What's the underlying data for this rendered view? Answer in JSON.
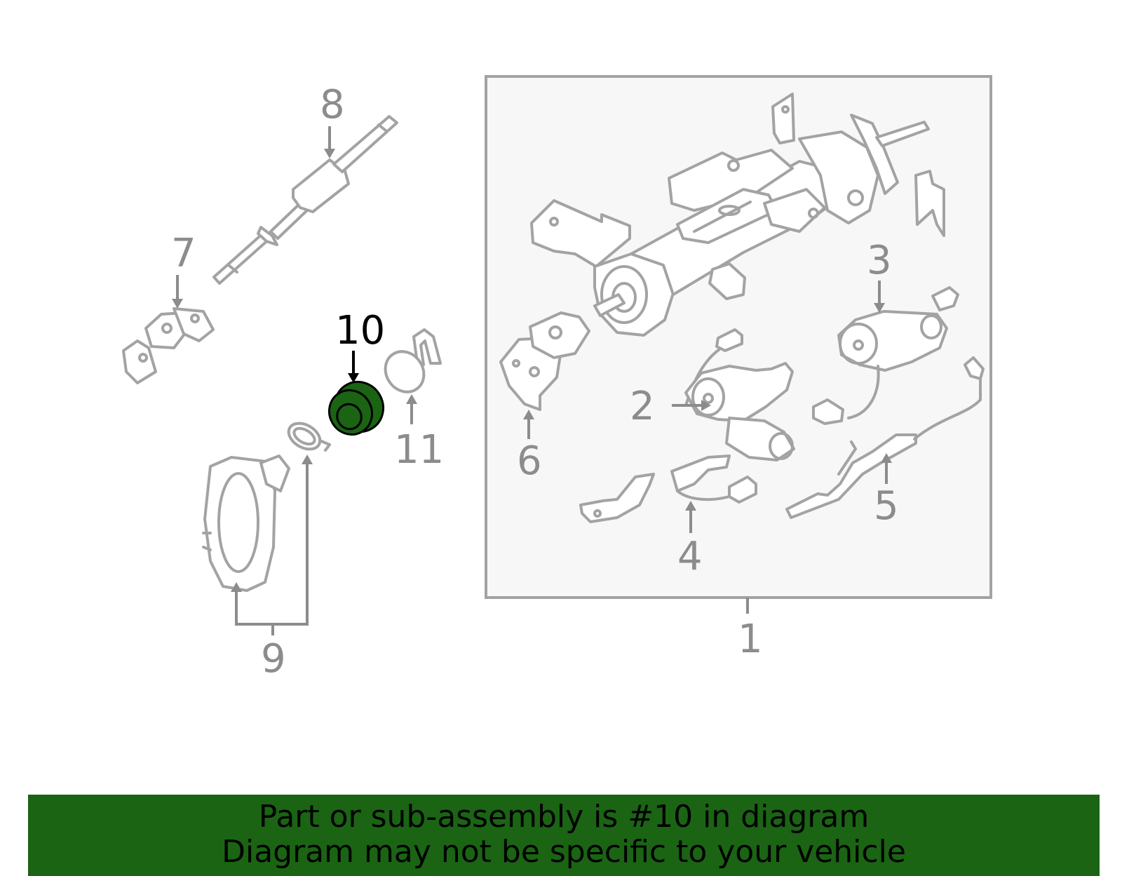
{
  "callouts": {
    "c1": "1",
    "c2": "2",
    "c3": "3",
    "c4": "4",
    "c5": "5",
    "c6": "6",
    "c7": "7",
    "c8": "8",
    "c9": "9",
    "c10": "10",
    "c11": "11"
  },
  "highlighted_part": "10",
  "colors": {
    "highlight_part": "#1a6414",
    "banner_background": "#1a6414",
    "line_art": "#a3a3a3",
    "callout_text": "#8c8c8c",
    "assembly_box_fill": "#f7f7f7"
  },
  "banner": {
    "line1": "Part or sub-assembly is #10 in diagram",
    "line2": "Diagram may not be specific to your vehicle"
  }
}
